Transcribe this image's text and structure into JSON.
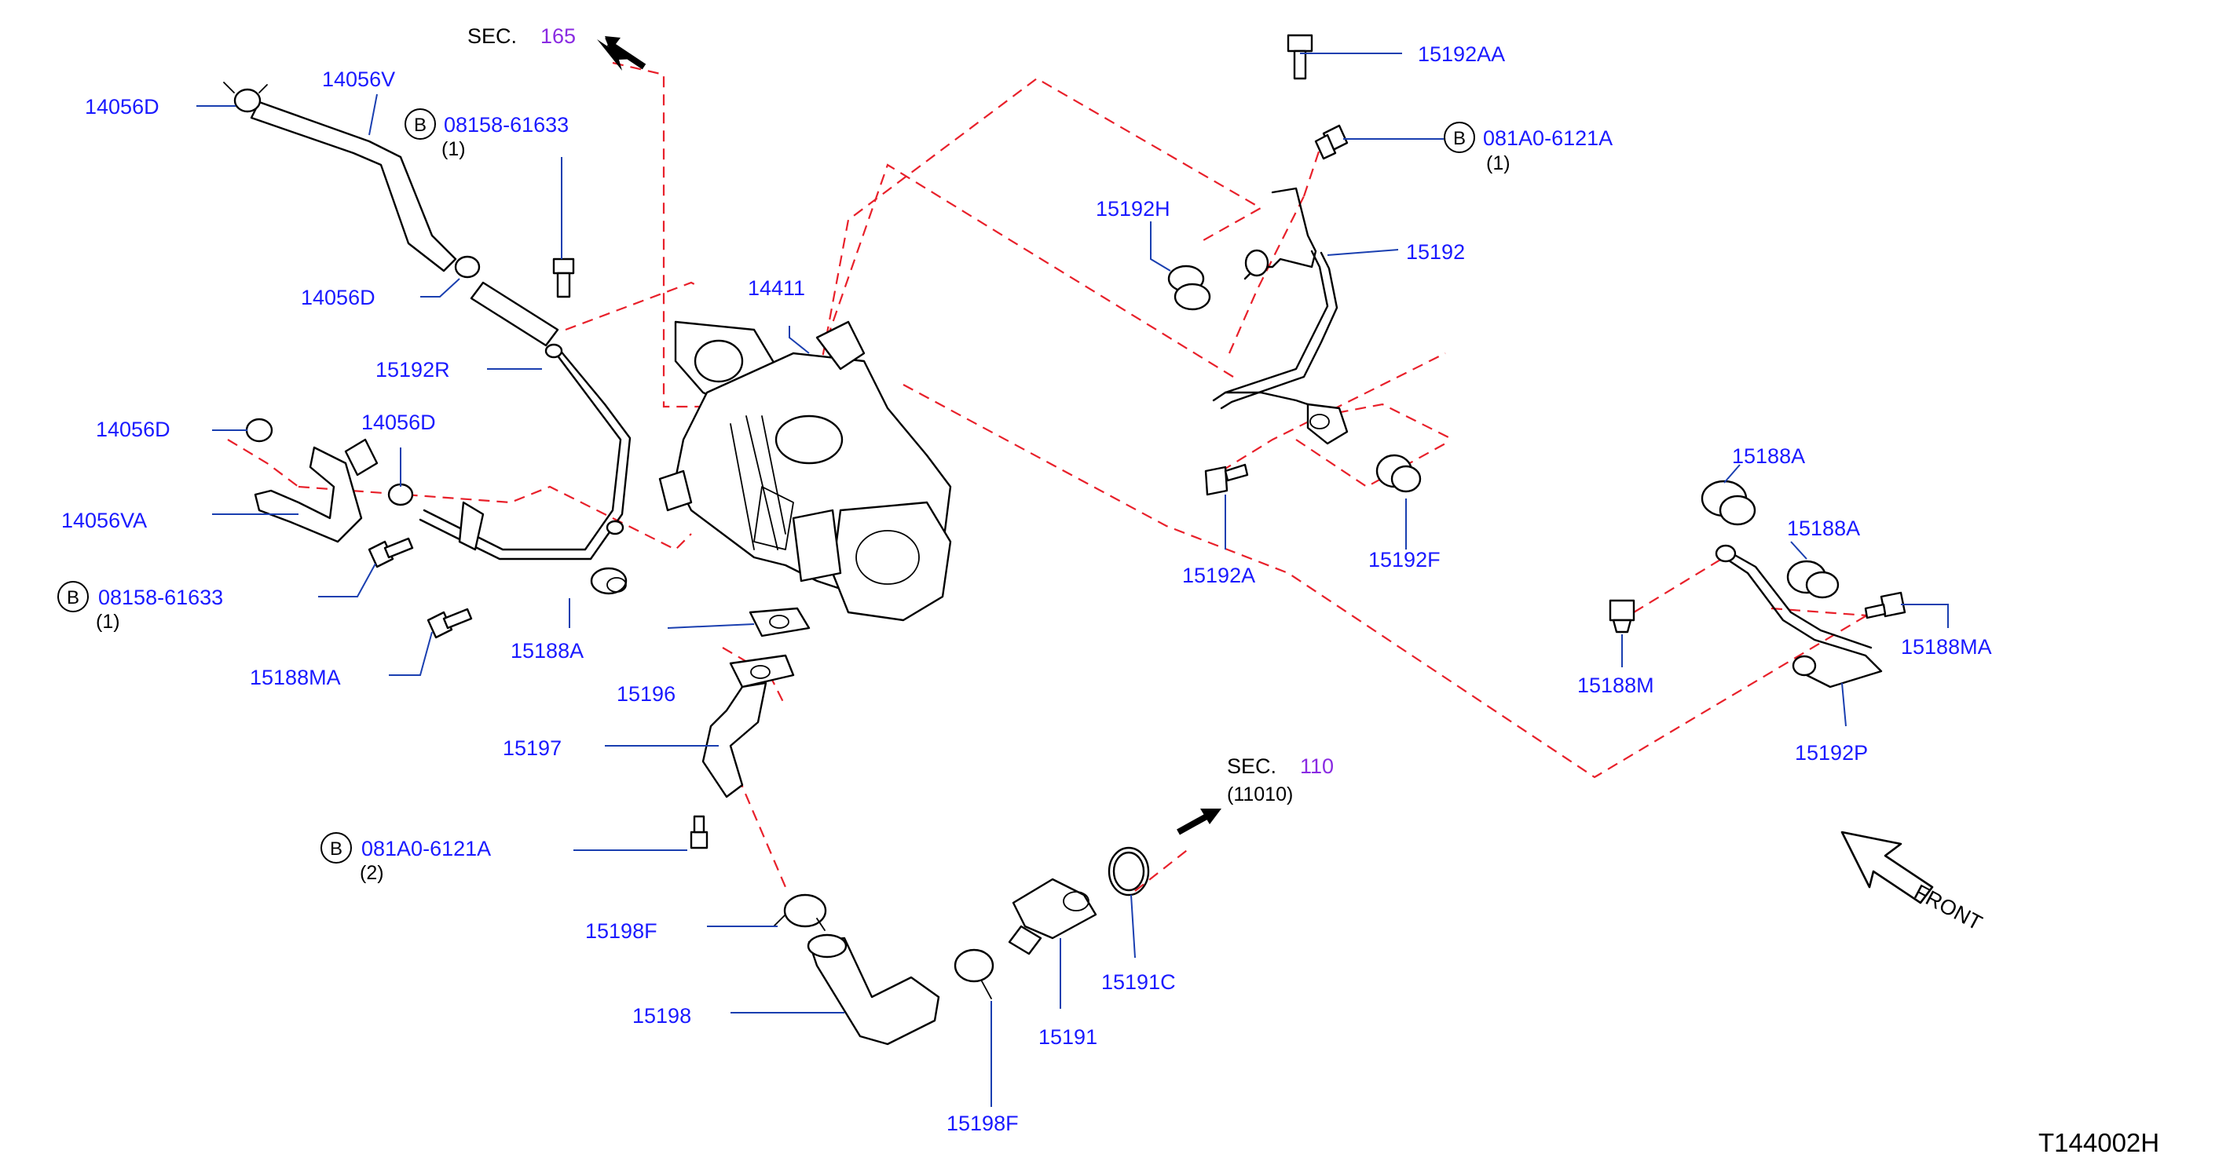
{
  "sections": {
    "sec165": {
      "word": "SEC.",
      "number": "165"
    },
    "sec110": {
      "word": "SEC.",
      "number": "110",
      "sub": "(11010)"
    }
  },
  "labels": {
    "p14056D_a": "14056D",
    "p14056V": "14056V",
    "p14056D_b": "14056D",
    "p14056D_c": "14056D",
    "p14056D_d": "14056D",
    "p14056VA": "14056VA",
    "p15192R": "15192R",
    "p14411": "14411",
    "p15188A_a": "15188A",
    "p15188MA_a": "15188MA",
    "p15196": "15196",
    "p15197": "15197",
    "p15198F_a": "15198F",
    "p15198": "15198",
    "p15198F_b": "15198F",
    "p15191": "15191",
    "p15191C": "15191C",
    "p15192AA": "15192AA",
    "p15192H": "15192H",
    "p15192": "15192",
    "p15192A": "15192A",
    "p15192F": "15192F",
    "p15188A_b": "15188A",
    "p15188A_c": "15188A",
    "p15188M": "15188M",
    "p15188MA_b": "15188MA",
    "p15192P": "15192P"
  },
  "bolts": {
    "b1": {
      "letter": "B",
      "code": "08158-61633",
      "qty": "(1)"
    },
    "b2": {
      "letter": "B",
      "code": "08158-61633",
      "qty": "(1)"
    },
    "b3": {
      "letter": "B",
      "code": "081A0-6121A",
      "qty": "(1)"
    },
    "b4": {
      "letter": "B",
      "code": "081A0-6121A",
      "qty": "(2)"
    }
  },
  "front": "FRONT",
  "figure_id": "T144002H",
  "colors": {
    "part_number": "#1a1aff",
    "section_number": "#8a2be2",
    "dashed_line": "#e8202a",
    "leader_line": "#1a3fb0"
  }
}
